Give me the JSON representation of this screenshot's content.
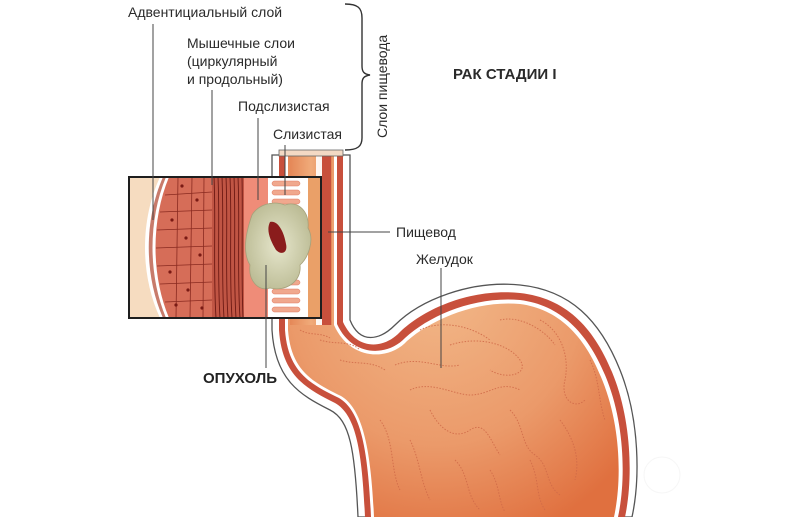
{
  "title": "РАК СТАДИИ I",
  "bracket_label": "Слои пищевода",
  "layers": [
    {
      "id": "adventitia",
      "label": "Адвентициальный слой"
    },
    {
      "id": "muscle",
      "label": "Мышечные слои\n(циркулярный\nи продольный)"
    },
    {
      "id": "submucosa",
      "label": "Подслизистая"
    },
    {
      "id": "mucosa",
      "label": "Слизистая"
    }
  ],
  "organs": {
    "esophagus": "Пищевод",
    "stomach": "Желудок"
  },
  "tumor_label": "ОПУХОЛЬ",
  "colors": {
    "tissue_orange": "#e8875a",
    "tissue_light": "#f0b080",
    "wall_red": "#c8503c",
    "muscle_red": "#b84a3a",
    "cell_red": "#d06a55",
    "tumor_gray": "#c8c8a4",
    "tumor_core": "#8a1c1c",
    "outline": "#555555"
  }
}
